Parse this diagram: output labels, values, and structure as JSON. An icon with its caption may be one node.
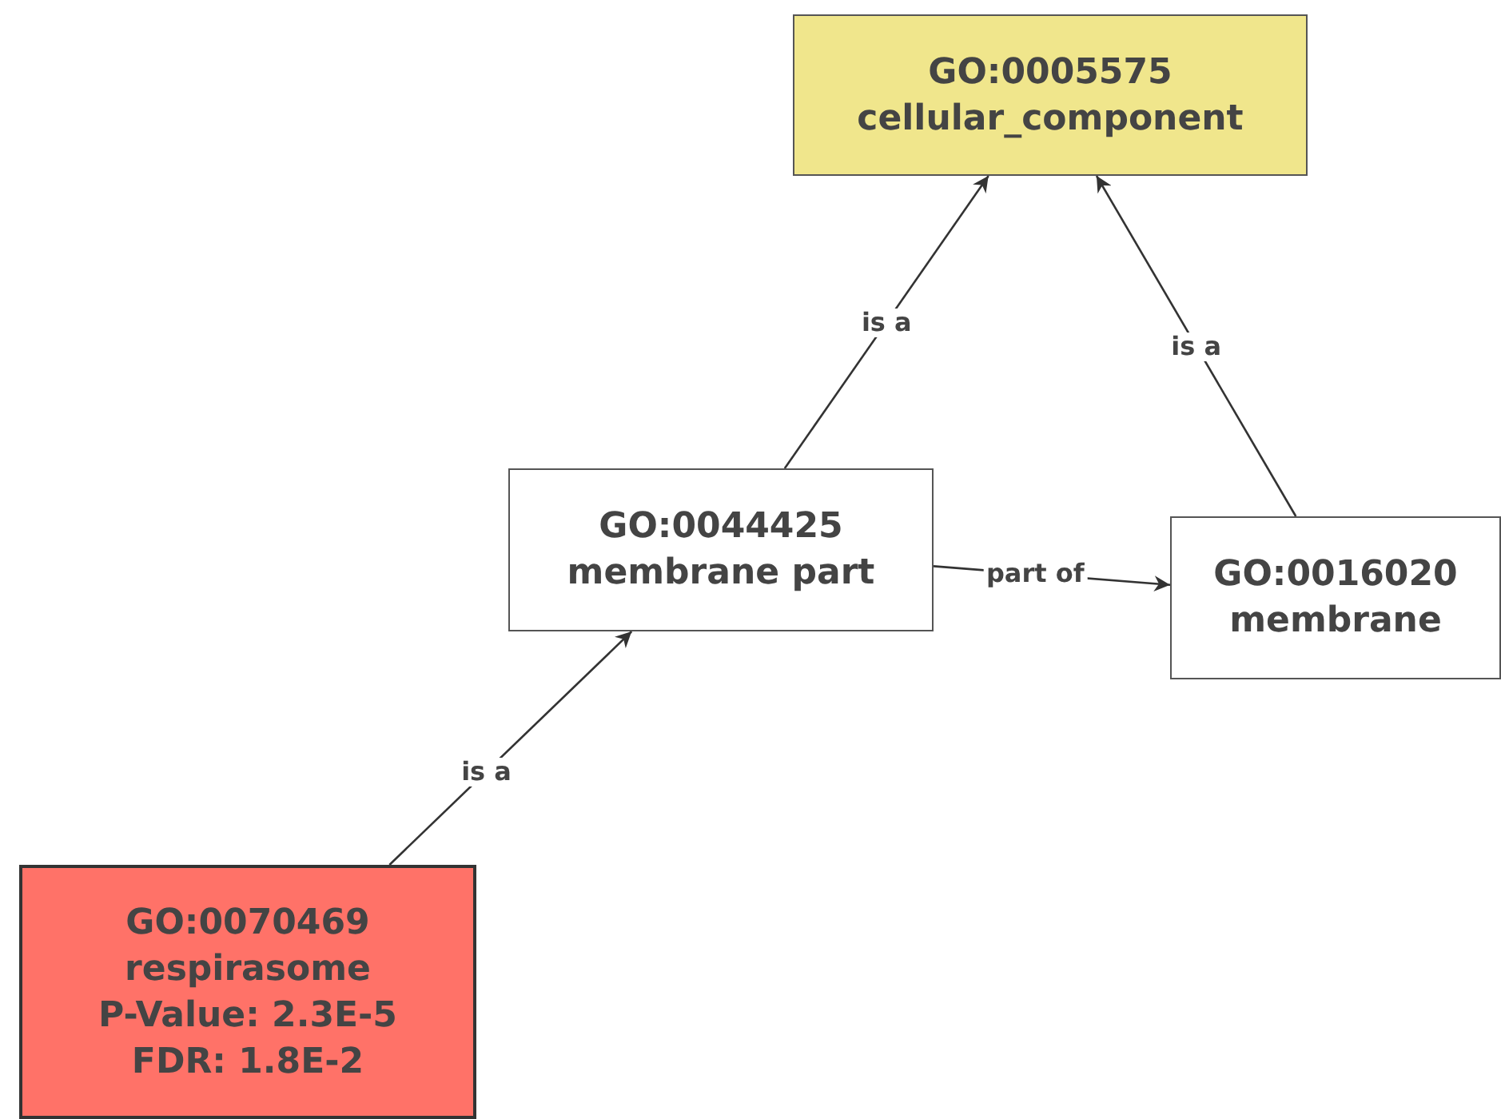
{
  "diagram": {
    "nodes": [
      {
        "text": [
          "GO:0005575",
          "cellular_component"
        ]
      },
      {
        "text": [
          "GO:0044425",
          "membrane part"
        ]
      },
      {
        "text": [
          "GO:0016020",
          "membrane"
        ]
      },
      {
        "text": [
          "GO:0070469",
          "respirasome",
          "P-Value: 2.3E-5",
          "FDR: 1.8E-2"
        ]
      }
    ],
    "edges": [
      {
        "from": 1,
        "to": 0,
        "arrow": "to",
        "label": "is a"
      },
      {
        "from": 2,
        "to": 0,
        "arrow": "to",
        "label": "is a"
      },
      {
        "from": 1,
        "to": 2,
        "arrow": "to",
        "label": "part of"
      },
      {
        "from": 3,
        "to": 1,
        "arrow": "to",
        "label": "is a"
      }
    ]
  }
}
